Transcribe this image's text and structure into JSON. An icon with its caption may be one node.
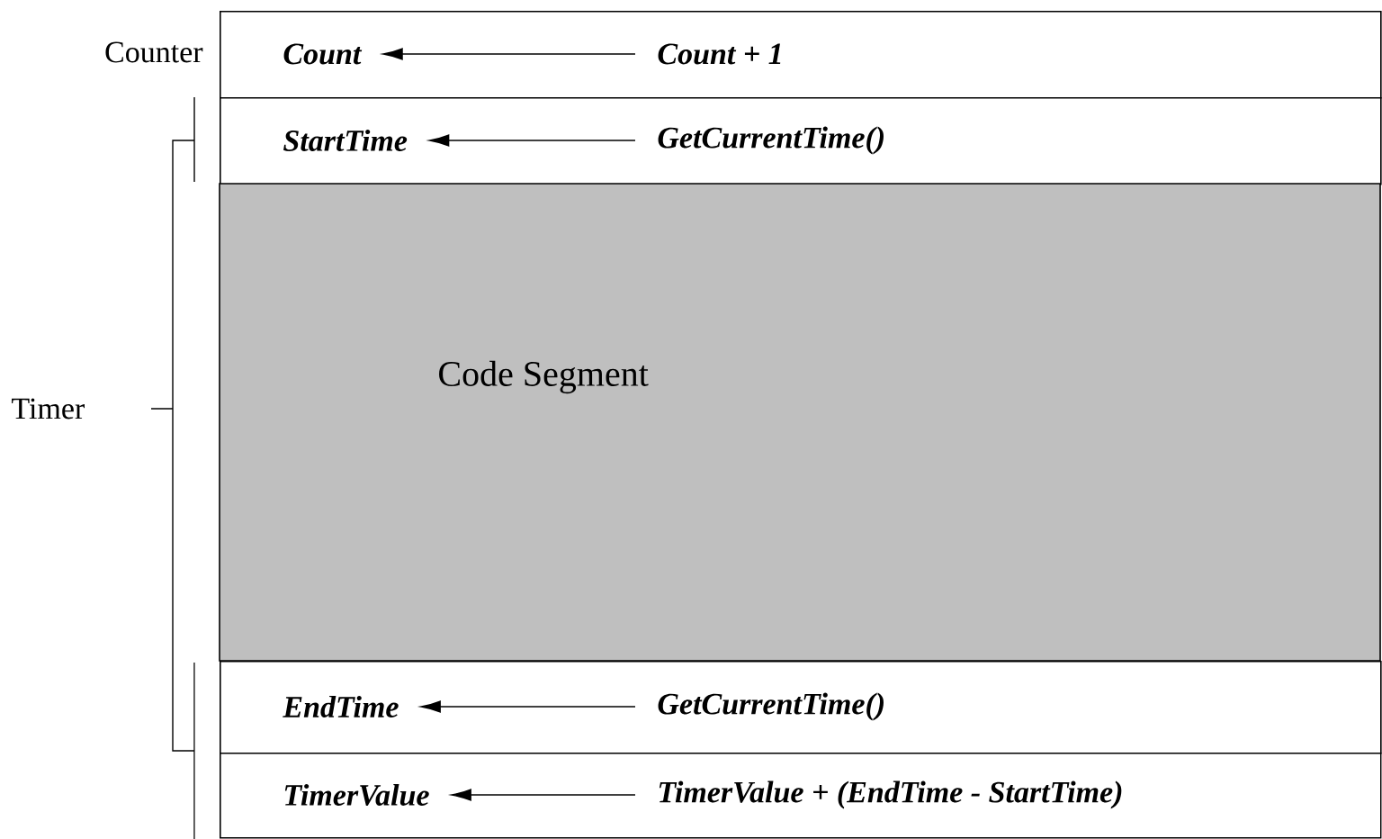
{
  "diagram": {
    "nodes": [
      {
        "text": [],
        "shape": "box"
      },
      {
        "text": [
          "Count"
        ],
        "in": 0
      },
      {
        "text": [
          "Count + 1"
        ],
        "in": 0
      },
      {
        "text": [],
        "shape": "box"
      },
      {
        "text": [
          "StartTime"
        ],
        "in": 3
      },
      {
        "text": [
          "GetCurrentTime()"
        ],
        "in": 3
      },
      {
        "text": [
          "Code Segment"
        ]
      },
      {
        "text": [],
        "shape": "box"
      },
      {
        "text": [
          "EndTime"
        ],
        "in": 7
      },
      {
        "text": [
          "GetCurrentTime()"
        ],
        "in": 7
      },
      {
        "text": [],
        "shape": "box"
      },
      {
        "text": [
          "TimerValue"
        ],
        "in": 10
      },
      {
        "text": [
          "TimerValue + (EndTime - StartTime)"
        ],
        "in": 10
      }
    ],
    "edges": [
      {
        "from": 2,
        "to": 1,
        "arrow": "to"
      },
      {
        "from": 5,
        "to": 4,
        "arrow": "to"
      },
      {
        "from": 9,
        "to": 8,
        "arrow": "to"
      },
      {
        "from": 12,
        "to": 11,
        "arrow": "to"
      }
    ],
    "labels": [
      "Counter",
      "Timer"
    ]
  }
}
